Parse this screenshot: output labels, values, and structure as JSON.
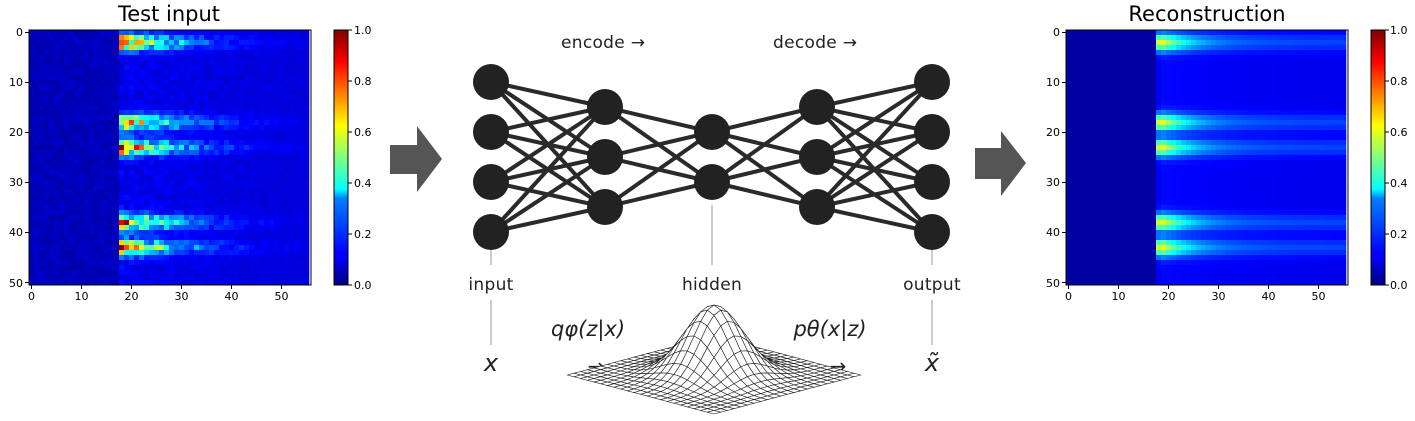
{
  "left_panel": {
    "title": "Test input",
    "x_ticks": [
      "0",
      "10",
      "20",
      "30",
      "40",
      "50"
    ],
    "y_ticks": [
      "0",
      "10",
      "20",
      "30",
      "40",
      "50"
    ],
    "colorbar_ticks": [
      "0.0",
      "0.2",
      "0.4",
      "0.6",
      "0.8",
      "1.0"
    ]
  },
  "right_panel": {
    "title": "Reconstruction",
    "x_ticks": [
      "0",
      "10",
      "20",
      "30",
      "40",
      "50"
    ],
    "y_ticks": [
      "0",
      "10",
      "20",
      "30",
      "40",
      "50"
    ],
    "colorbar_ticks": [
      "0.0",
      "0.2",
      "0.4",
      "0.6",
      "0.8",
      "1.0"
    ]
  },
  "network": {
    "encode_label": "encode →",
    "decode_label": "decode →",
    "input_label": "input",
    "hidden_label": "hidden",
    "output_label": "output",
    "x_symbol": "x",
    "encoder_formula": "qφ(z|x)",
    "decoder_formula": "pθ(x|z)",
    "x_tilde_symbol": "x̃",
    "arrow_glyph": "→",
    "layer_sizes": [
      4,
      3,
      2,
      3,
      4
    ]
  },
  "colors": {
    "node": "#222222",
    "edge": "#2a2a2a",
    "flow_arrow": "#555555",
    "heatmap_background": "#00008f"
  },
  "chart_data": [
    {
      "type": "heatmap",
      "title": "Test input",
      "colormap": "jet",
      "x_range": [
        0,
        56
      ],
      "y_range": [
        0,
        51
      ],
      "x_ticks": [
        0,
        10,
        20,
        30,
        40,
        50
      ],
      "y_ticks": [
        0,
        10,
        20,
        30,
        40,
        50
      ],
      "colorbar_range": [
        0.0,
        1.0
      ],
      "signal_start_column": 18,
      "bright_rows": [
        2,
        18,
        23,
        38,
        43
      ],
      "peak_value": 1.0
    },
    {
      "type": "heatmap",
      "title": "Reconstruction",
      "colormap": "jet",
      "x_range": [
        0,
        56
      ],
      "y_range": [
        0,
        51
      ],
      "x_ticks": [
        0,
        10,
        20,
        30,
        40,
        50
      ],
      "y_ticks": [
        0,
        10,
        20,
        30,
        40,
        50
      ],
      "colorbar_range": [
        0.0,
        1.0
      ],
      "signal_start_column": 18,
      "bright_rows": [
        2,
        18,
        23,
        38,
        43
      ],
      "peak_value": 0.55
    }
  ]
}
